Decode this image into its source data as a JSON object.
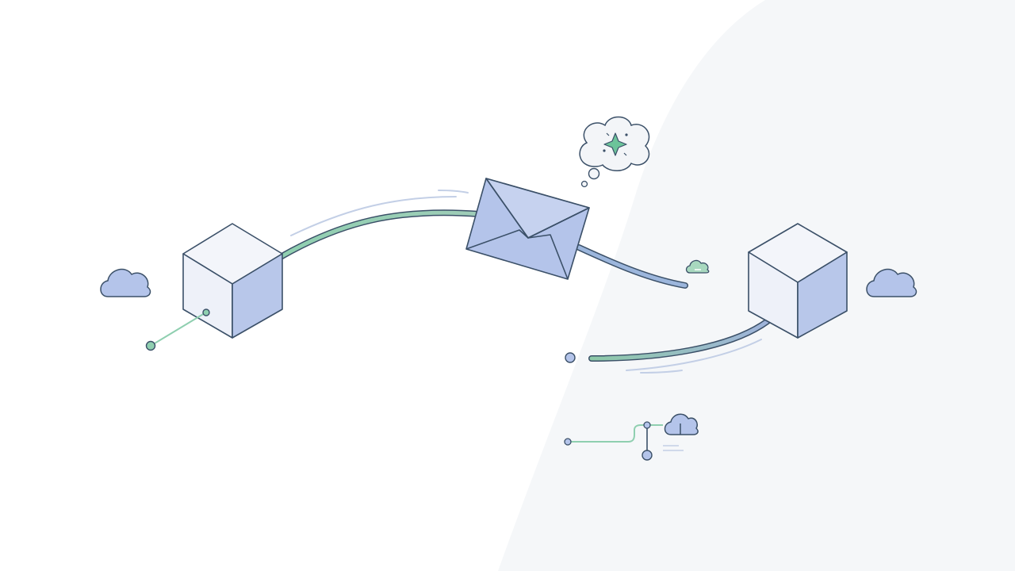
{
  "palette": {
    "background": "#ffffff",
    "background_panel": "#f5f7f9",
    "outline": "#3b5068",
    "cube_top": "#f3f5fa",
    "cube_left": "#eef1f9",
    "cube_right": "#b8c7ea",
    "envelope_fill": "#b4c4ea",
    "cloud_fill": "#b4c4ea",
    "cloud_small_fill": "#a8d8bf",
    "pipe_green": "#93cfb1",
    "pipe_blue": "#9cb6dc",
    "accent_green": "#6cc49a",
    "speed_line": "#c3cfe6"
  },
  "elements": {
    "left_cube": {
      "icon": "cube-icon"
    },
    "right_cube": {
      "icon": "cube-icon"
    },
    "envelope": {
      "icon": "envelope-icon"
    },
    "thought_bubble": {
      "icon": "sparkle-icon"
    },
    "clouds": [
      "cloud-icon-left",
      "cloud-icon-right",
      "cloud-icon-small",
      "cloud-upload-icon"
    ]
  }
}
